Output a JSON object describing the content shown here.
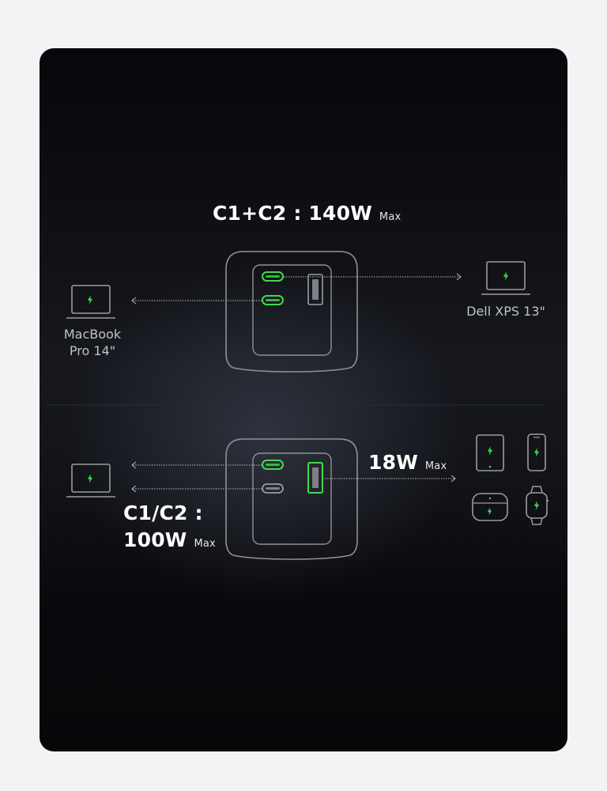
{
  "top": {
    "headline": "C1+C2 : 140W",
    "max": "Max",
    "left_device": {
      "line1": "MacBook",
      "line2": "Pro 14\""
    },
    "right_device": "Dell XPS 13\""
  },
  "bottom": {
    "label_c1c2": "C1/C2 :",
    "label_100w": "100W",
    "max_100w": "Max",
    "label_18w": "18W",
    "max_18w": "Max"
  },
  "colors": {
    "accent": "#3ddc4a",
    "line": "#9a9ca2",
    "background": "#0b0c10"
  },
  "icons": [
    "laptop-icon",
    "tablet-icon",
    "phone-icon",
    "earbuds-case-icon",
    "smartwatch-icon",
    "charger-icon",
    "usb-c-port-icon",
    "usb-a-port-icon",
    "bolt-icon"
  ]
}
